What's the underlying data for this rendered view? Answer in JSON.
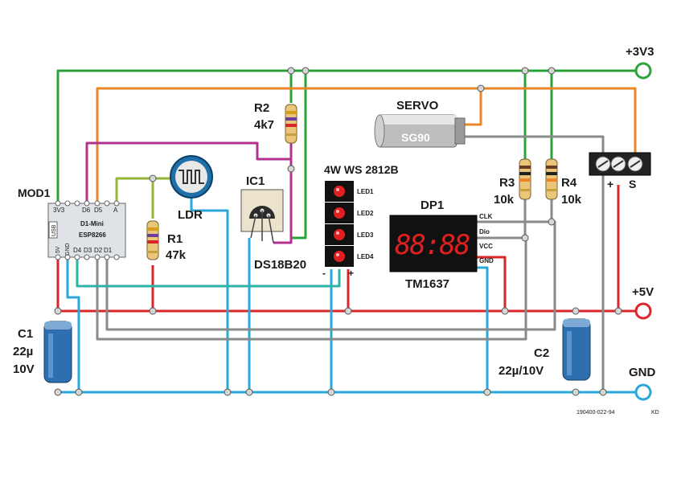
{
  "colors": {
    "v33": "#2aa33a",
    "v5": "#d8262a",
    "gnd": "#29a7d8",
    "servo": "#e9872a",
    "purple": "#b2338f",
    "grey": "#8a8a8a",
    "teal": "#2ab3a6",
    "olive": "#96b43a",
    "darkgrey": "#555555",
    "terminal_green": "#2aa33a",
    "terminal_red": "#d8262a",
    "terminal_blue": "#29a7d8",
    "display_digits": "#e02020"
  },
  "rails": {
    "v33_label": "+3V3",
    "v5_label": "+5V",
    "gnd_label": "GND"
  },
  "mod1": {
    "ref": "MOD1",
    "name": "D1-Mini",
    "chip": "ESP8266",
    "usb": "USB",
    "pins_top": [
      "3V3",
      "D6",
      "D5",
      "A"
    ],
    "pins_bottom": [
      "5V",
      "GND",
      "D4",
      "D3",
      "D2",
      "D1"
    ]
  },
  "ldr": {
    "ref": "LDR"
  },
  "r1": {
    "ref": "R1",
    "value": "47k"
  },
  "r2": {
    "ref": "R2",
    "value": "4k7"
  },
  "r3": {
    "ref": "R3",
    "value": "10k"
  },
  "r4": {
    "ref": "R4",
    "value": "10k"
  },
  "ic1": {
    "ref": "IC1",
    "name": "DS18B20"
  },
  "servo": {
    "label": "SERVO",
    "model": "SG90"
  },
  "servo_connector": {
    "plus": "+",
    "signal": "S"
  },
  "led_strip": {
    "title": "4W WS 2812B",
    "leds": [
      "LED1",
      "LED2",
      "LED3",
      "LED4"
    ],
    "minus": "-",
    "plus": "+"
  },
  "display": {
    "ref": "DP1",
    "digits": "88:88",
    "chip": "TM1637",
    "pins": [
      "CLK",
      "Dio",
      "VCC",
      "GND"
    ]
  },
  "c1": {
    "ref": "C1",
    "value1": "22µ",
    "value2": "10V"
  },
  "c2": {
    "ref": "C2",
    "value": "22µ/10V"
  },
  "footer": {
    "code": "190400-022-94",
    "initials": "KD"
  }
}
